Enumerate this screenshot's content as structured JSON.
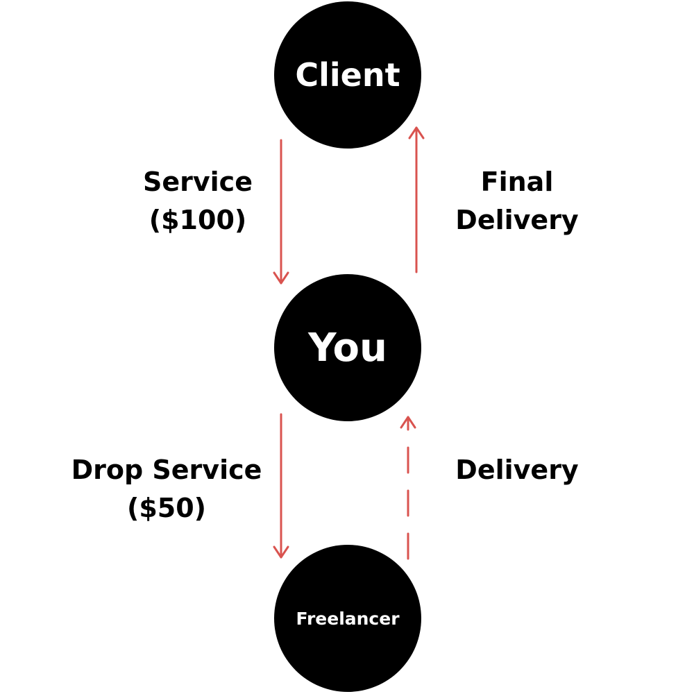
{
  "nodes": {
    "client": "Client",
    "you": "You",
    "freelancer": "Freelancer"
  },
  "edges": {
    "service": {
      "line1": "Service",
      "line2": "($100)"
    },
    "final_delivery": {
      "line1": "Final",
      "line2": "Delivery"
    },
    "drop_service": {
      "line1": "Drop Service",
      "line2": "($50)"
    },
    "delivery": {
      "line1": "Delivery"
    }
  },
  "colors": {
    "node_fill": "#000000",
    "node_text": "#ffffff",
    "arrow": "#d9534f",
    "label_text": "#000000"
  }
}
